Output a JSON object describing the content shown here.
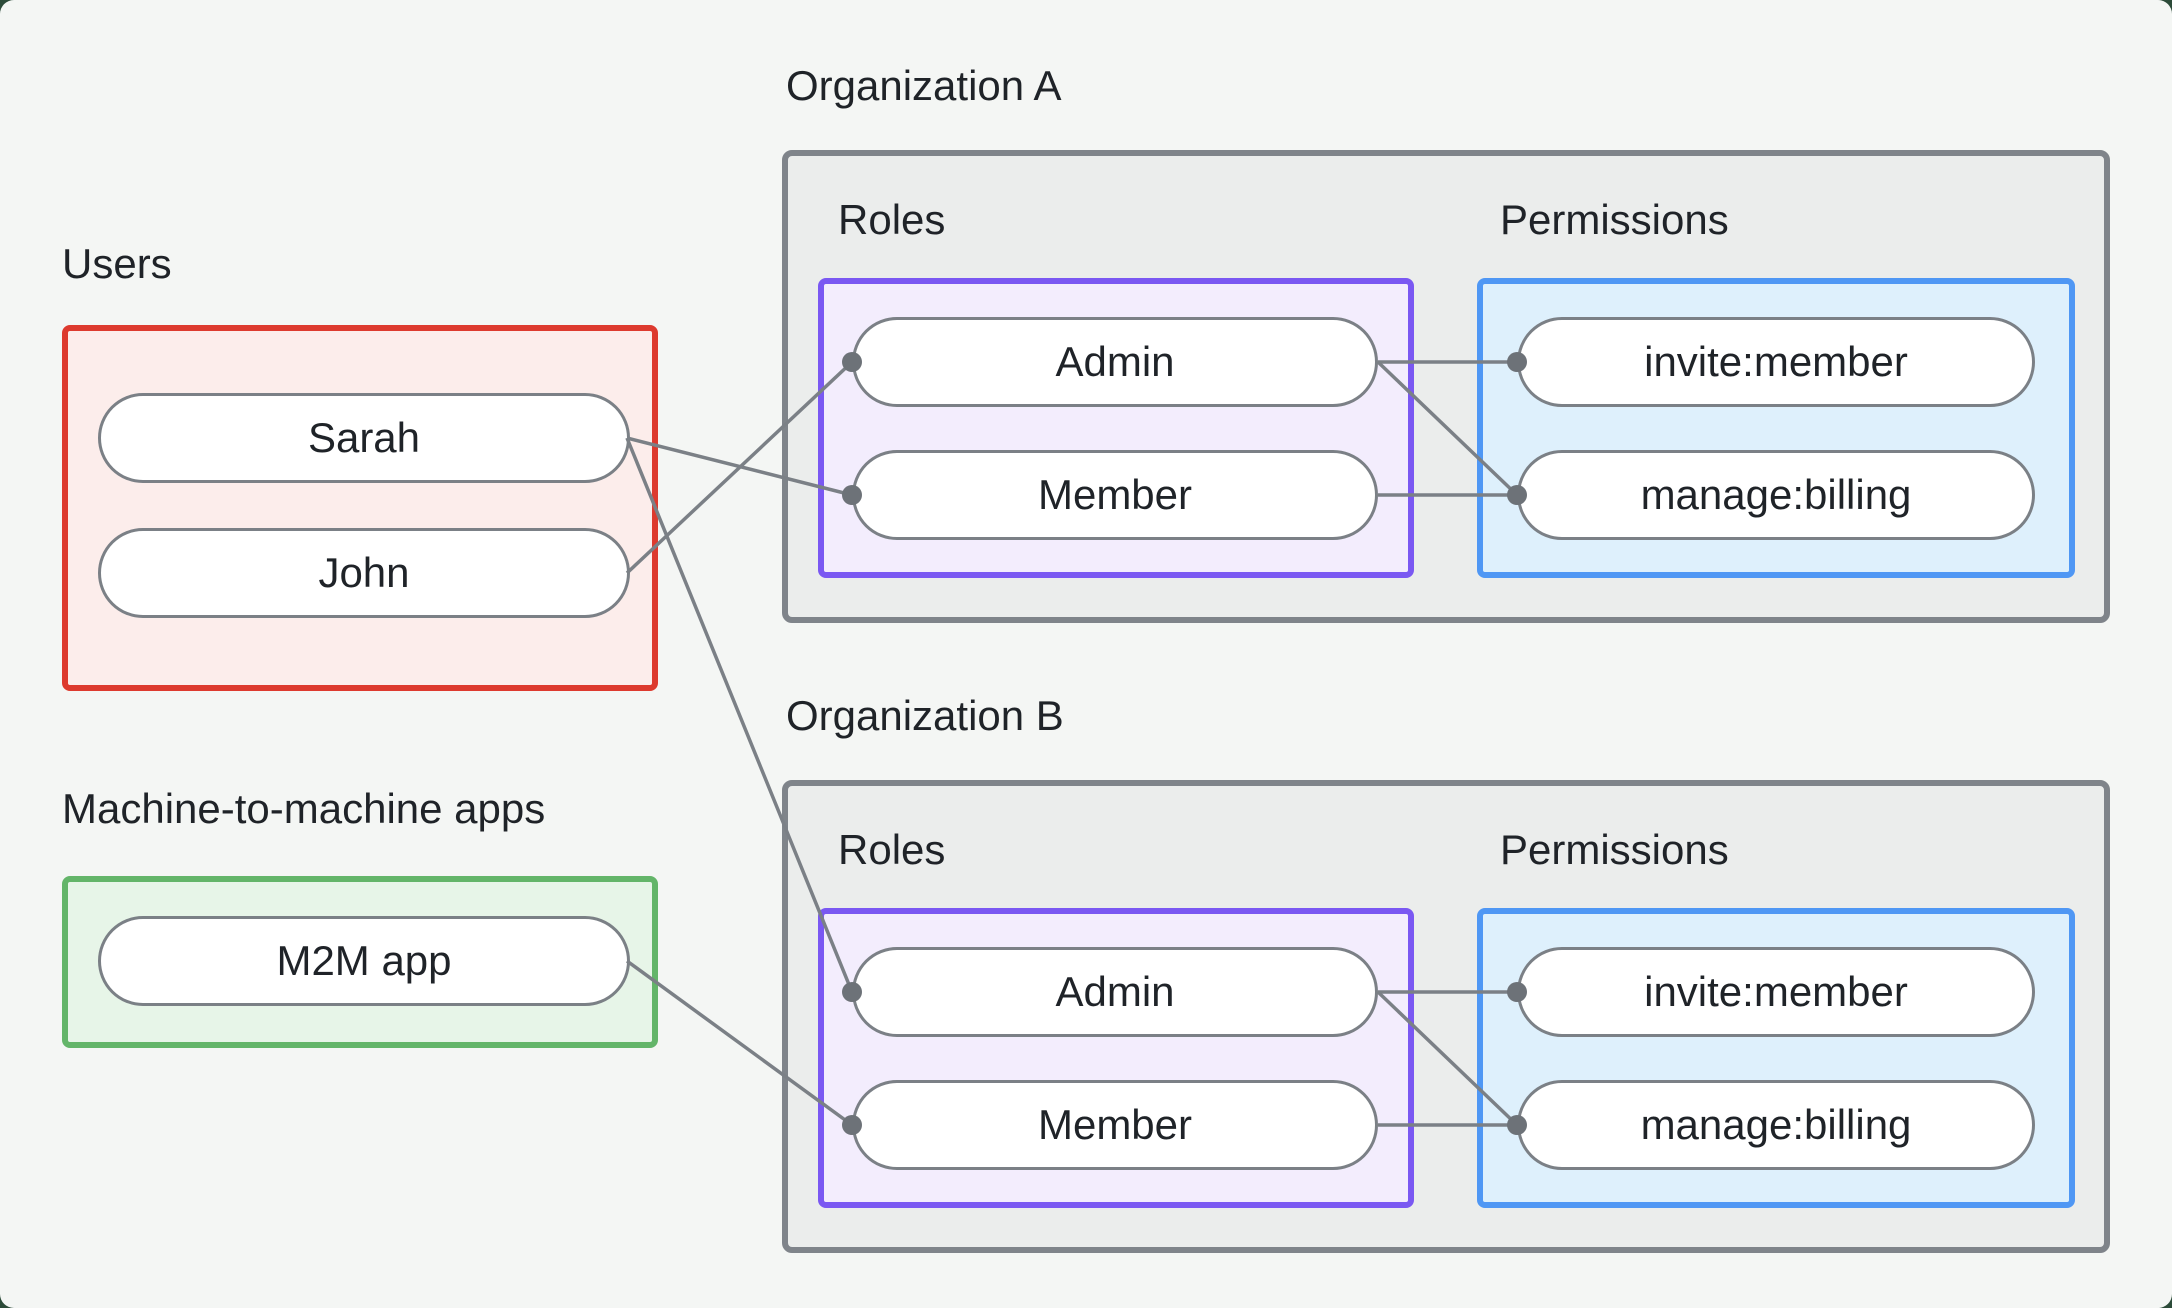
{
  "users_section": {
    "title": "Users",
    "items": [
      "Sarah",
      "John"
    ]
  },
  "m2m_section": {
    "title": "Machine-to-machine apps",
    "items": [
      "M2M app"
    ]
  },
  "organizations": [
    {
      "title": "Organization A",
      "roles_label": "Roles",
      "permissions_label": "Permissions",
      "roles": [
        "Admin",
        "Member"
      ],
      "permissions": [
        "invite:member",
        "manage:billing"
      ]
    },
    {
      "title": "Organization B",
      "roles_label": "Roles",
      "permissions_label": "Permissions",
      "roles": [
        "Admin",
        "Member"
      ],
      "permissions": [
        "invite:member",
        "manage:billing"
      ]
    }
  ],
  "connections": [
    {
      "from": "Sarah",
      "to": "Organization A / Member"
    },
    {
      "from": "Sarah",
      "to": "Organization B / Admin"
    },
    {
      "from": "John",
      "to": "Organization A / Admin"
    },
    {
      "from": "M2M app",
      "to": "Organization B / Member"
    },
    {
      "from": "Organization A / Admin",
      "to": "Organization A / invite:member"
    },
    {
      "from": "Organization A / Admin",
      "to": "Organization A / manage:billing"
    },
    {
      "from": "Organization A / Member",
      "to": "Organization A / manage:billing"
    },
    {
      "from": "Organization B / Admin",
      "to": "Organization B / invite:member"
    },
    {
      "from": "Organization B / Admin",
      "to": "Organization B / manage:billing"
    },
    {
      "from": "Organization B / Member",
      "to": "Organization B / manage:billing"
    }
  ],
  "colors": {
    "backdrop_green": "#2c4b39",
    "canvas_bg": "#f4f6f4",
    "org_box_bg": "#ebedec",
    "org_box_border": "#7f848a",
    "users_border": "#dd3a2e",
    "users_bg": "#fcedeb",
    "m2m_border": "#63b569",
    "m2m_bg": "#e7f5e8",
    "roles_border": "#7a58f2",
    "roles_bg": "#f3edfd",
    "permissions_border": "#4f97f4",
    "permissions_bg": "#def0fc",
    "pill_border": "#7b8086",
    "wire": "#7b8086",
    "text": "#1f2328"
  }
}
